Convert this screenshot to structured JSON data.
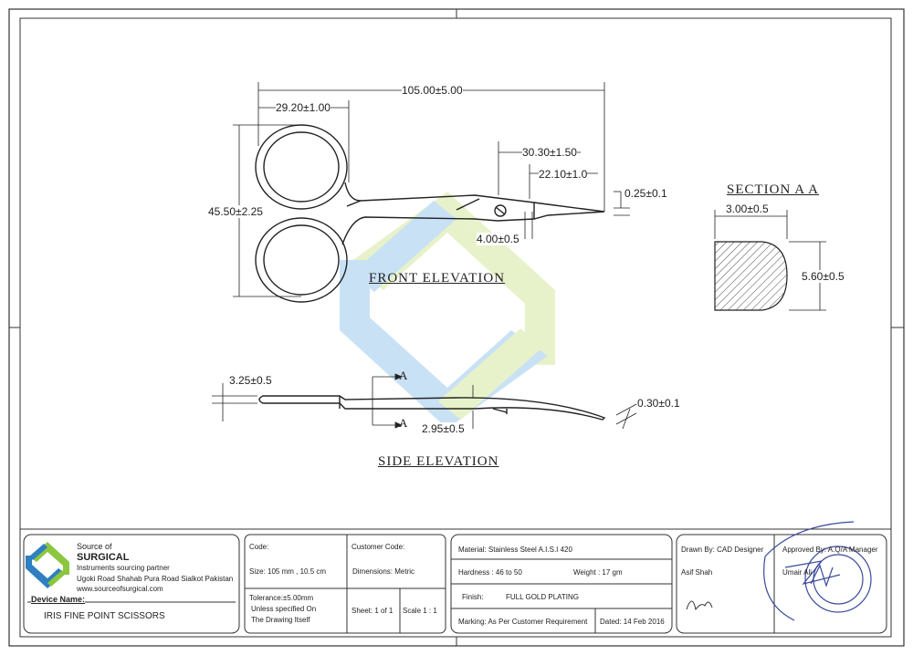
{
  "titles": {
    "front": "FRONT ELEVATION",
    "side": "SIDE ELEVATION",
    "section": "SECTION A A"
  },
  "dimensions": {
    "overall_length": "105.00±5.00",
    "ring_width": "29.20±1.00",
    "overall_height": "45.50±2.25",
    "tip_length": "30.30±1.50",
    "blade_length": "22.10±1.0",
    "tip_thickness": "0.25±0.1",
    "screw": "4.00±0.5",
    "section_width": "3.00±0.5",
    "section_height": "5.60±0.5",
    "side_ring": "3.25±0.5",
    "side_tip": "0.30±0.1",
    "side_blade": "2.95±0.5",
    "section_marker": "A"
  },
  "company": {
    "line1": "Source of",
    "line2": "SURGICAL",
    "tagline": "Instruments sourcing partner",
    "address": "Ugoki Road Shahab Pura Road Sialkot Pakistan",
    "website": "www.sourceofsurgical.com",
    "device_label": "Device Name:",
    "device_name": "IRIS FINE POINT SCISSORS"
  },
  "specs": {
    "code": "Code:",
    "customer_code": "Customer Code:",
    "size": "Size:  105 mm , 10.5 cm",
    "dimensions": "Dimensions: Metric",
    "tolerance_1": "Tolerance:±5.00mm",
    "tolerance_2": "Unless specified On",
    "tolerance_3": "The Drawing Itself",
    "sheet": "Sheet: 1 of 1",
    "scale": "Scale 1 : 1"
  },
  "material": {
    "material": "Material: Stainless Steel A.I.S.I 420",
    "hardness": "Hardness :  46 to 50",
    "weight": "Weight :  17 gm",
    "finish_label": "Finish:",
    "finish": "FULL GOLD PLATING",
    "marking": "Marking: As Per Customer Requirement",
    "dated": "Dated: 14 Feb 2016"
  },
  "approval": {
    "drawn_by": "Drawn By: CAD Designer",
    "drawn_name": "Asif Shah",
    "approved_by": "Approved By: A.Q/A Manager",
    "approved_name": "Umair Ali"
  },
  "colors": {
    "line": "#222222",
    "watermark_blue": "#9ec9ee",
    "watermark_green": "#d6e9a0",
    "logo_blue": "#2f7fc1",
    "logo_green": "#8cc63f",
    "stamp": "#3a4a9a"
  }
}
